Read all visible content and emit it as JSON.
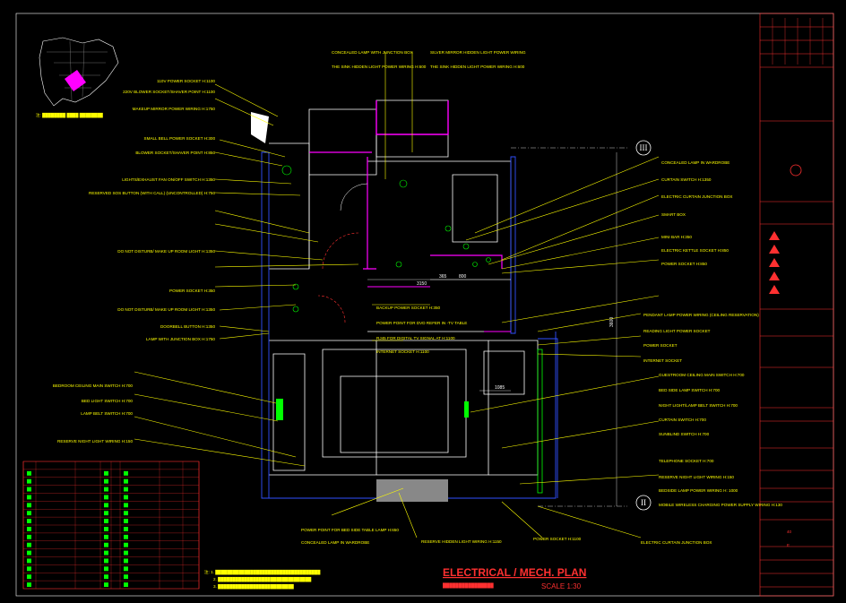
{
  "drawing": {
    "title": "ELECTRICAL / MECH. PLAN",
    "scale": "SCALE 1:30"
  },
  "grid_markers": [
    "III",
    "II"
  ],
  "annotations_left": [
    "110V POWER SOCKET H:1100",
    "220V BLOWER SOCKET/SHAVER POINT H:1100",
    "MAKEUP MIRROR POWER WIRING H:1750",
    "SMALL BELL POWER SOCKET H:300",
    "BLOWER SOCKET/SHAVER POINT H:850",
    "LIGHTS/EXHAUST FAN ON/OFF SWITCH H:1350",
    "RESERVED SOS BUTTON (WITH CALL) (UNCONTROLLED) H:750",
    "DO NOT DISTURB/ MAKE UP ROOM LIGHT H:1350",
    "POWER SOCKET H:350",
    "DO NOT DISTURB/ MAKE UP ROOM LIGHT H:1350",
    "DOORBELL BUTTON H:1350",
    "LAMP WITH JUNCTION BOX H:1750",
    "BEDROOM CEILING MAIN SWITCH H:700",
    "BED LIGHT SWITCH H:700",
    "LAMP BELT SWITCH H:700",
    "RESERVE NIGHT LIGHT WIRING H:150"
  ],
  "annotations_top": [
    "CONCEALED LAMP WITH JUNCTION BOX",
    "THE SINK HIDDEN LIGHT POWER WIRING H:600",
    "SILVER MIRROR HIDDEN LIGHT POWER WIRING",
    "THE SINK HIDDEN LIGHT POWER WIRING H:600"
  ],
  "annotations_right": [
    "CONCEALED LAMP IN WARDROBE",
    "CURTAIN SWITCH H:1350",
    "ELECTRIC CURTAIN JUNCTION BOX",
    "SMART BOX",
    "MINI BAR H:350",
    "ELECTRIC KETTLE SOCKET H:850",
    "POWER SOCKET H:850",
    "PENDANT LAMP POWER WIRING (CEILING RESERVATION)",
    "READING LIGHT POWER SOCKET",
    "POWER SOCKET",
    "INTERNET SOCKET",
    "GUESTROOM CEILING MAIN SWITCH H:700",
    "BED SIDE LAMP SWITCH H:700",
    "NIGHT LIGHT/LAMP BELT SWITCH H:700",
    "CURTAIN SWITCH H:700",
    "SUNBLIND SWITCH H:700",
    "TELEPHONE SOCKET H:700",
    "RESERVE NIGHT LIGHT WIRING H:150",
    "BEDSIDE LAMP POWER WIRING H: 1000",
    "MOBILE WIRELESS CHARGING POWER SUPPLY WIRING H:130"
  ],
  "annotations_center": [
    "BACKUP POWER SOCKET H:350",
    "POWER POINT FOR DVD REFER IN -TV TABLE",
    "RJ45 FOR DIGITAL TV SIGNAL AT H:1100",
    "INTERNET SOCKET H:1100"
  ],
  "annotations_bottom": [
    "POWER POINT FOR BED SIDE TABLE LAMP H:650",
    "CONCEALED LAMP IN WARDROBE",
    "RESERVE HIDDEN LIGHT WIRING H:1150",
    "POWER SOCKET H:1100",
    "ELECTRIC CURTAIN JUNCTION BOX"
  ],
  "dimensions": [
    "3150",
    "365",
    "800",
    "1085",
    "3600"
  ],
  "title_block": {
    "sheet_no": "E",
    "page": "40"
  },
  "colors": {
    "annotation": "#ffff00",
    "titleblock": "#ff3030",
    "wall": "#ffffff",
    "wall_blue": "#3050ff",
    "magenta": "#ff00ff",
    "green": "#00ff00",
    "title": "#ff3030"
  }
}
